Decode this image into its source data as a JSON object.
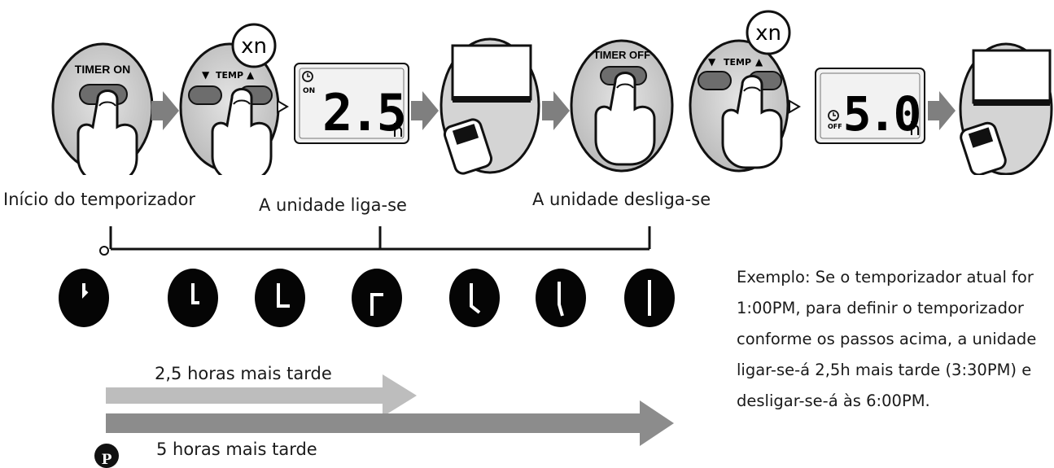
{
  "steps": {
    "timer_on_label": "TIMER ON",
    "timer_off_label": "TIMER OFF",
    "temp_label": "TEMP",
    "repeat_badge": "xn",
    "display_on_value": "2.5",
    "display_on_unit": "h",
    "display_on_mode": "ON",
    "display_off_value": "5.0",
    "display_off_unit": "h",
    "display_off_mode": "OFF"
  },
  "timeline": {
    "start_label": "Início do temporizador",
    "on_label": "A unidade liga-se",
    "off_label": "A unidade desliga-se",
    "clocks": 7
  },
  "arrows": {
    "short_label": "2,5 horas mais tarde",
    "long_label": "5 horas mais tarde",
    "short_color": "#bdbdbd",
    "long_color": "#8c8c8c"
  },
  "example": {
    "lines": [
      "Exemplo: Se o temporizador atual for",
      "1:00PM, para definir o temporizador",
      "conforme os  passos acima, a unidade",
      "ligar-se-á 2,5h mais tarde (3:30PM) e",
      "desligar-se-á às 6:00PM."
    ]
  },
  "badge": "P"
}
